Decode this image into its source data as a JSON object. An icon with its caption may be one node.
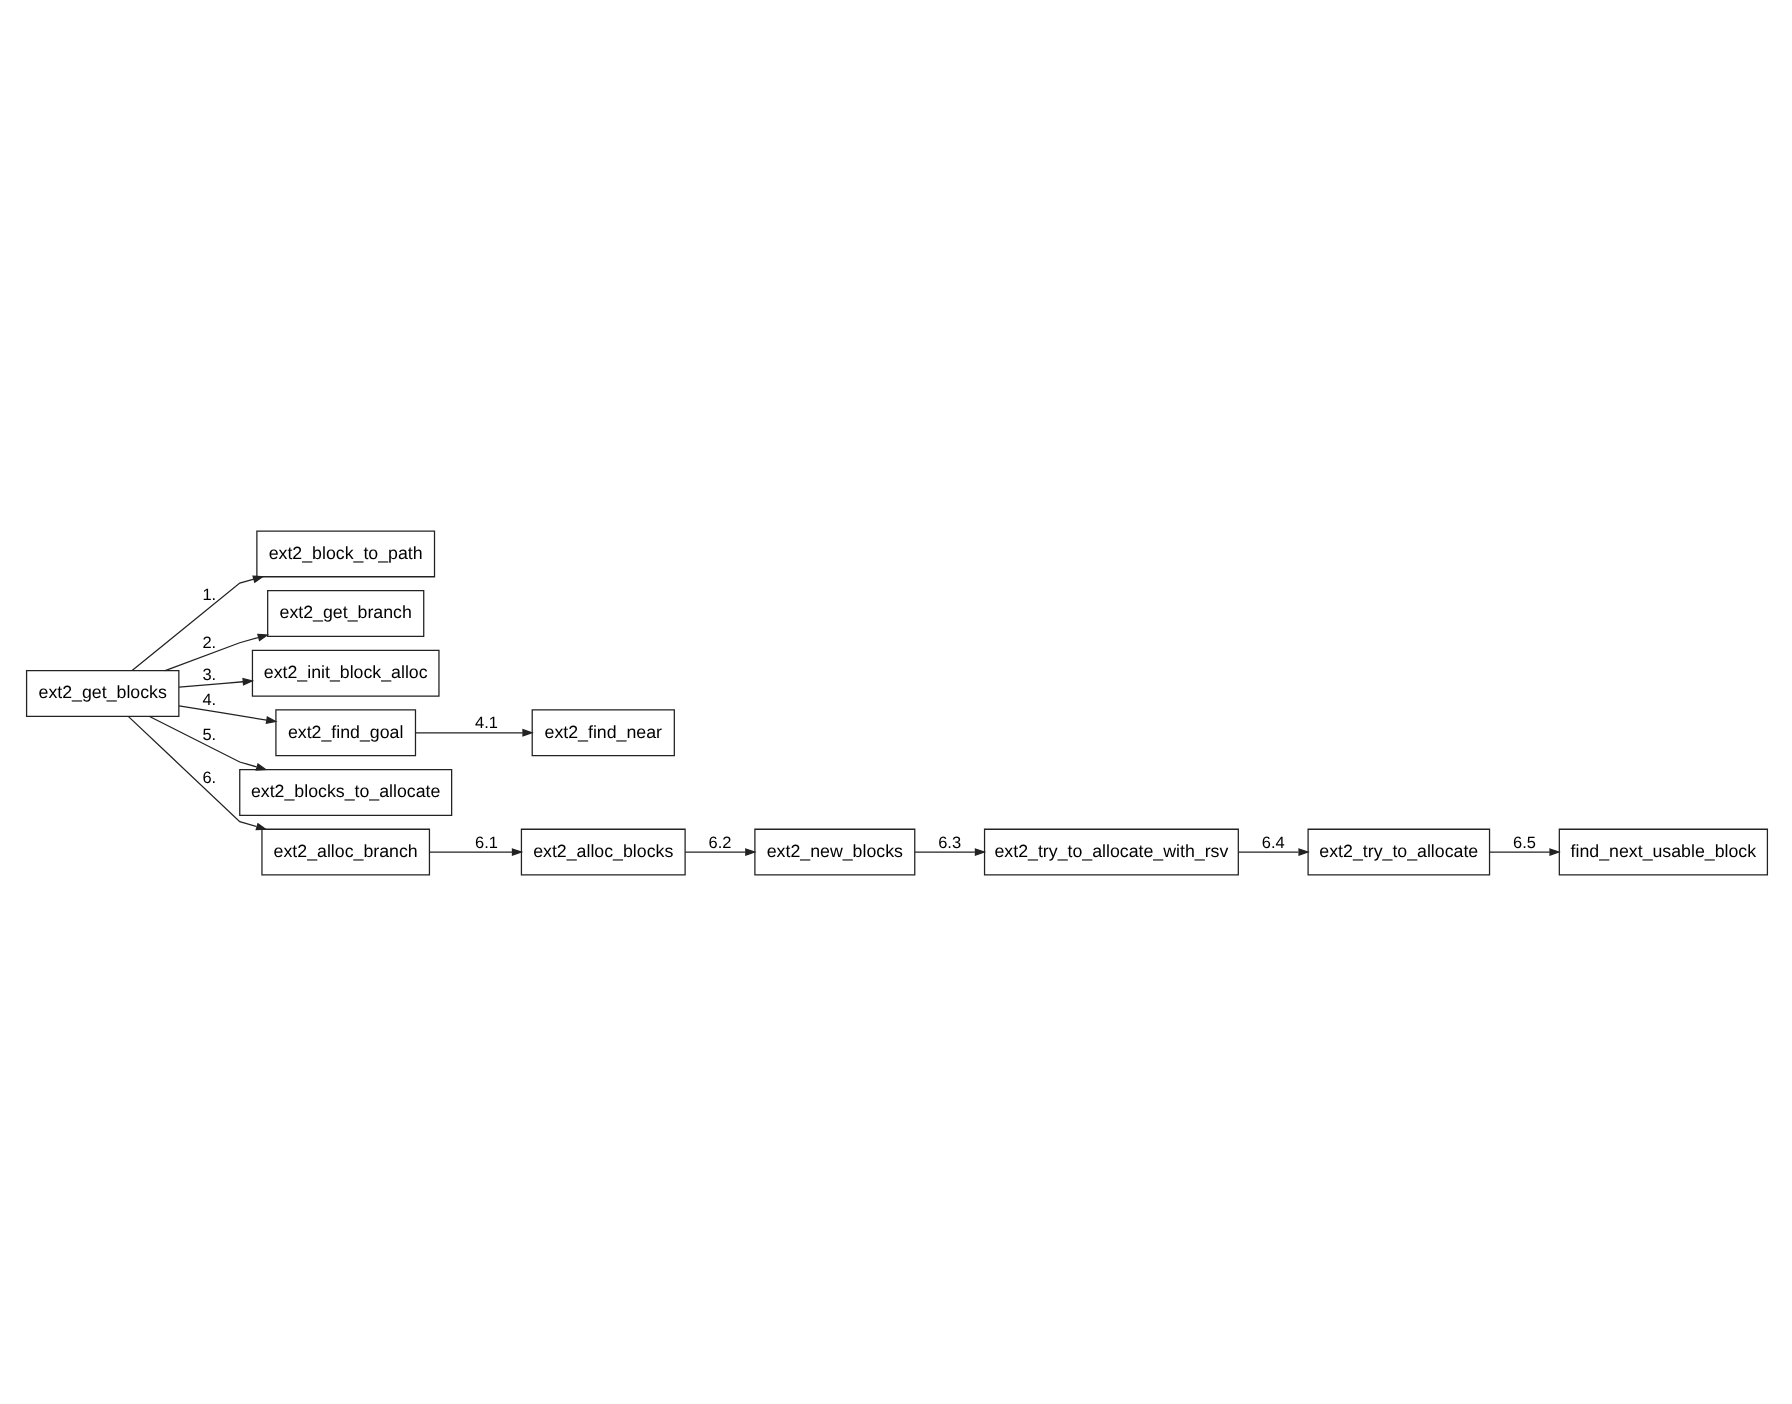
{
  "diagram": {
    "nodes": [
      {
        "text": [
          "ext2_get_blocks"
        ]
      },
      {
        "text": [
          "ext2_block_to_path"
        ]
      },
      {
        "text": [
          "ext2_get_branch"
        ]
      },
      {
        "text": [
          "ext2_init_block_alloc"
        ]
      },
      {
        "text": [
          "ext2_find_goal"
        ]
      },
      {
        "text": [
          "ext2_find_near"
        ]
      },
      {
        "text": [
          "ext2_blocks_to_allocate"
        ]
      },
      {
        "text": [
          "ext2_alloc_branch"
        ]
      },
      {
        "text": [
          "ext2_alloc_blocks"
        ]
      },
      {
        "text": [
          "ext2_new_blocks"
        ]
      },
      {
        "text": [
          "ext2_try_to_allocate_with_rsv"
        ]
      },
      {
        "text": [
          "ext2_try_to_allocate"
        ]
      },
      {
        "text": [
          "find_next_usable_block"
        ]
      }
    ],
    "edges": [
      {
        "from": 0,
        "to": 1,
        "arrow": "to",
        "label": "1."
      },
      {
        "from": 0,
        "to": 2,
        "arrow": "to",
        "label": "2."
      },
      {
        "from": 0,
        "to": 3,
        "arrow": "to",
        "label": "3."
      },
      {
        "from": 0,
        "to": 4,
        "arrow": "to",
        "label": "4."
      },
      {
        "from": 4,
        "to": 5,
        "arrow": "to",
        "label": "4.1"
      },
      {
        "from": 0,
        "to": 6,
        "arrow": "to",
        "label": "5."
      },
      {
        "from": 0,
        "to": 7,
        "arrow": "to",
        "label": "6."
      },
      {
        "from": 7,
        "to": 8,
        "arrow": "to",
        "label": "6.1"
      },
      {
        "from": 8,
        "to": 9,
        "arrow": "to",
        "label": "6.2"
      },
      {
        "from": 9,
        "to": 10,
        "arrow": "to",
        "label": "6.3"
      },
      {
        "from": 10,
        "to": 11,
        "arrow": "to",
        "label": "6.4"
      },
      {
        "from": 11,
        "to": 12,
        "arrow": "to",
        "label": "6.5"
      }
    ]
  }
}
